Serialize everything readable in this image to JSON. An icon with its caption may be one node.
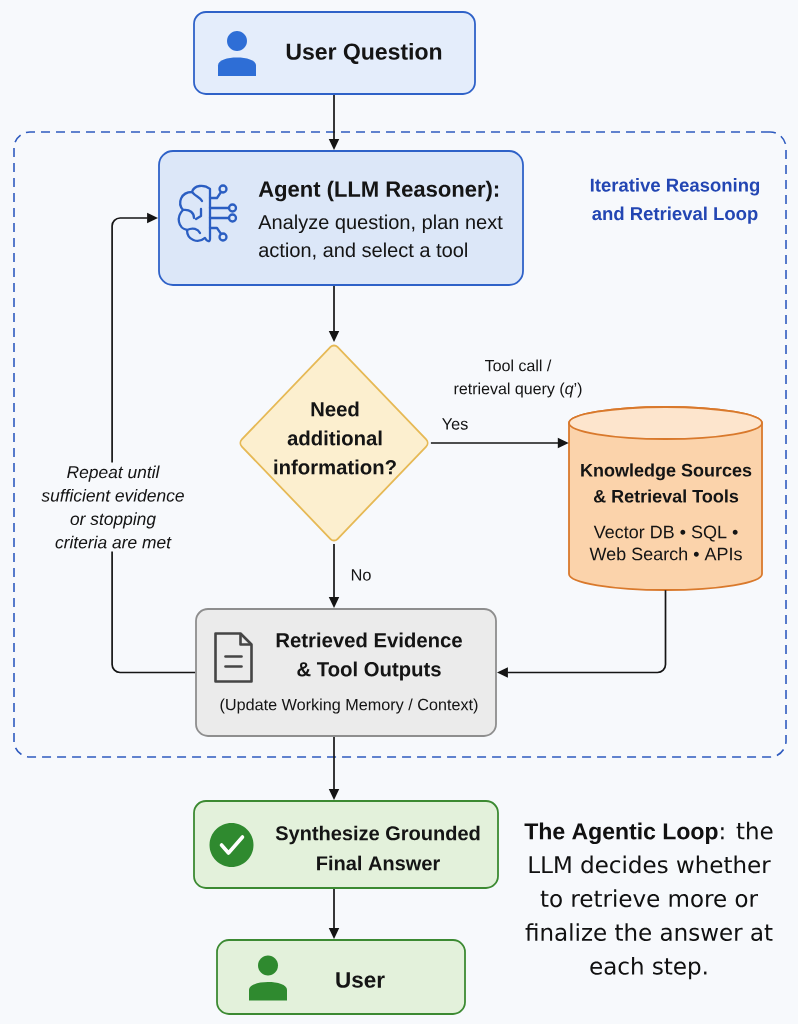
{
  "diagram": {
    "nodes": [
      {
        "text": [
          "User Question"
        ]
      },
      {
        "text": [
          "Iterative Reasoning and Retrieval Loop"
        ]
      },
      {
        "text": [
          "Agent (LLM Reasoner):",
          "Analyze question, plan next action, and select a tool"
        ],
        "in": 1
      },
      {
        "text": [
          "Need additional information?"
        ],
        "in": 1
      },
      {
        "text": [
          "Knowledge Sources & Retrieval Tools",
          "Vector DB • SQL • Web Search • APIs"
        ],
        "in": 1
      },
      {
        "text": [
          "Retrieved Evidence & Tool Outputs",
          "(Update Working Memory / Context)"
        ],
        "in": 1
      },
      {
        "text": [
          "Synthesize Grounded Final Answer"
        ]
      },
      {
        "text": [
          "User"
        ]
      }
    ],
    "edges": [
      {
        "from": 0,
        "to": 2,
        "arrow": "to"
      },
      {
        "from": 2,
        "to": 3,
        "arrow": "to"
      },
      {
        "from": 3,
        "to": 4,
        "arrow": "to",
        "label": "Yes"
      },
      {
        "from": 3,
        "to": 5,
        "arrow": "to",
        "label": "No"
      },
      {
        "from": 4,
        "to": 5,
        "arrow": "to"
      },
      {
        "from": 5,
        "to": 2,
        "arrow": "to",
        "label": "Repeat until sufficient evidence or stopping criteria are met"
      },
      {
        "from": 5,
        "to": 6,
        "arrow": "to"
      },
      {
        "from": 6,
        "to": 7,
        "arrow": "to"
      }
    ],
    "labels": [
      "Tool call / retrieval query (*q*’)",
      "**The Agentic Loop**: the LLM decides whether to retrieve more or finalize the answer at each step."
    ]
  }
}
